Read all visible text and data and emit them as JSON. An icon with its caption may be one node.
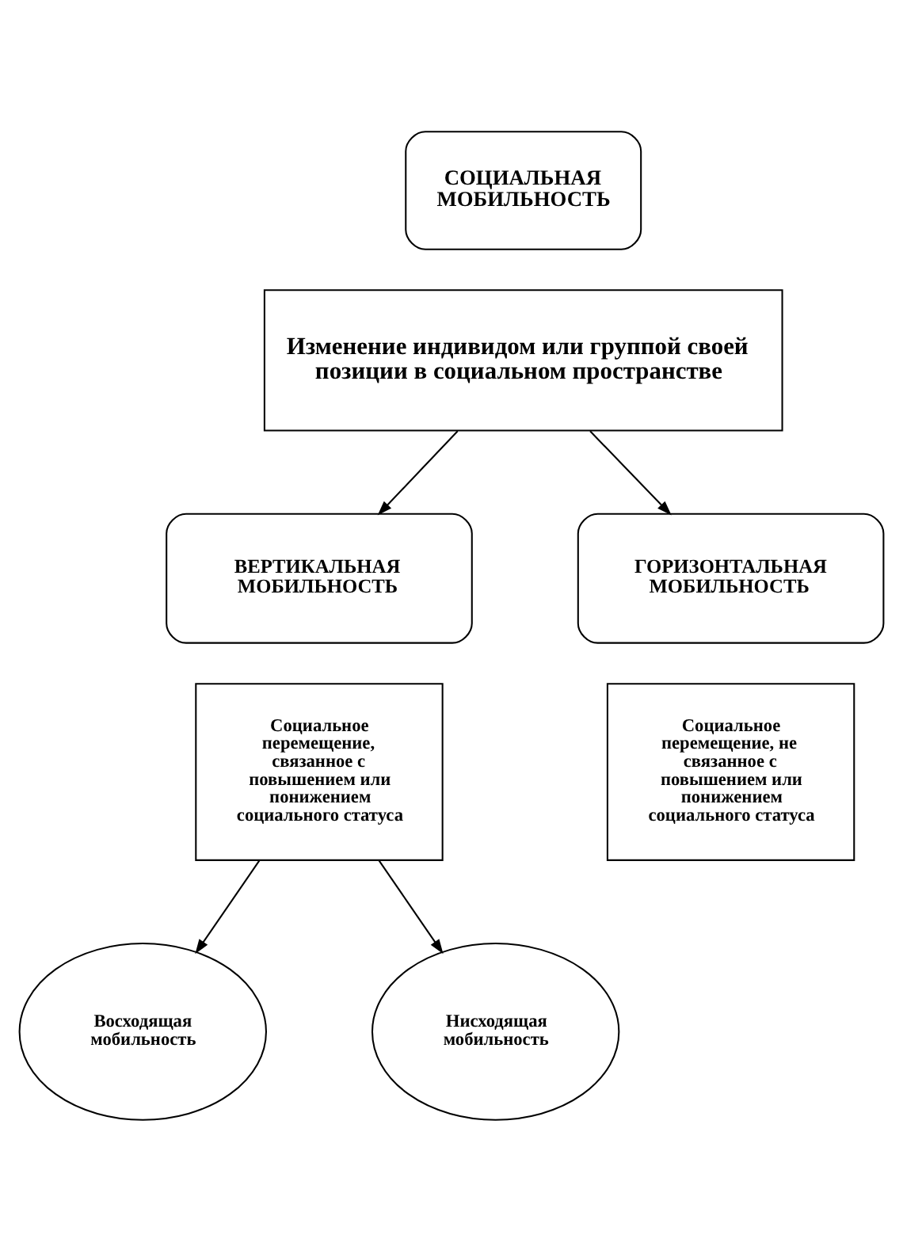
{
  "diagram": {
    "nodes": [
      {
        "text": [
          "СОЦИАЛЬНАЯ МОБИЛЬНОСТЬ"
        ]
      },
      {
        "text": [
          "Изменение индивидом или группой своей позиции в социальном пространстве"
        ]
      },
      {
        "text": [
          "ВЕРТИКАЛЬНАЯ МОБИЛЬНОСТЬ"
        ]
      },
      {
        "text": [
          "ГОРИЗОНТАЛЬНАЯ МОБИЛЬНОСТЬ"
        ]
      },
      {
        "text": [
          "Социальное перемещение, связанное с повышением или понижением социального статуса"
        ]
      },
      {
        "text": [
          "Социальное перемещение, не связанное с повышением или понижением социального статуса"
        ]
      },
      {
        "text": [
          "Восходящая мобильность"
        ]
      },
      {
        "text": [
          "Нисходящая мобильность"
        ]
      }
    ],
    "edges": [
      {
        "from": 1,
        "to": 2,
        "arrow": "to"
      },
      {
        "from": 1,
        "to": 3,
        "arrow": "to"
      },
      {
        "from": 4,
        "to": 6,
        "arrow": "to"
      },
      {
        "from": 4,
        "to": 7,
        "arrow": "to"
      }
    ]
  }
}
